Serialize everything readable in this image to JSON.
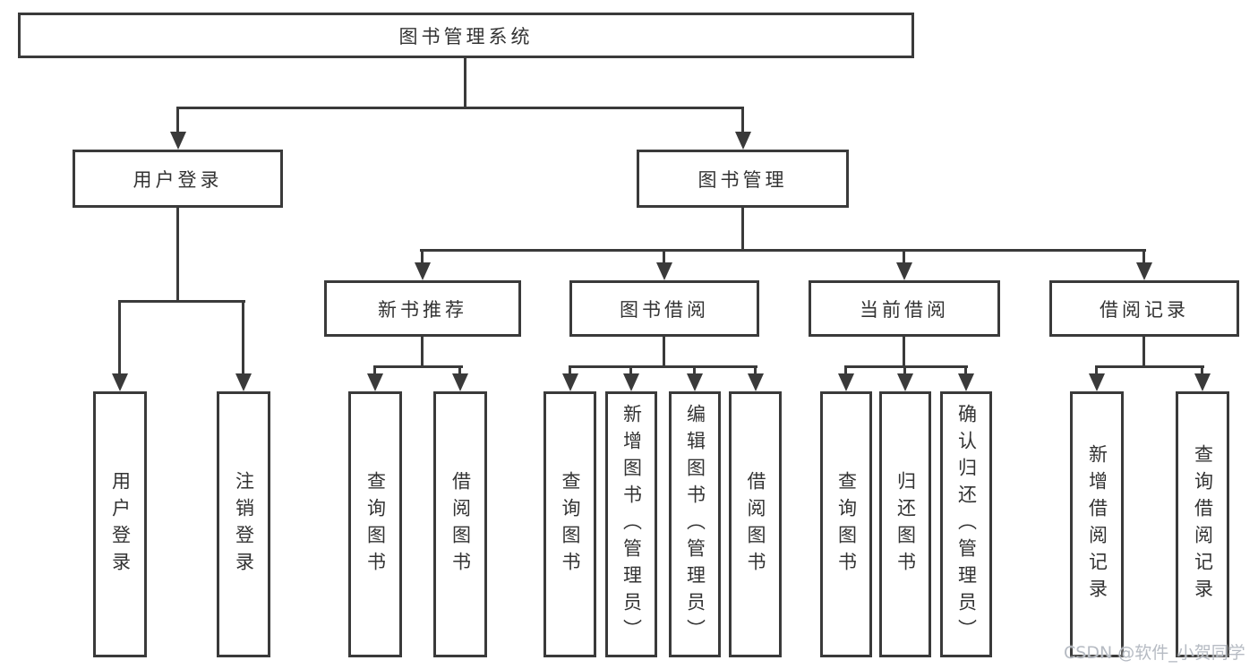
{
  "diagram": {
    "root": {
      "label": "图书管理系统",
      "children": [
        {
          "label": "用户登录",
          "children": [
            {
              "label": "用户登录"
            },
            {
              "label": "注销登录"
            }
          ]
        },
        {
          "label": "图书管理",
          "children": [
            {
              "label": "新书推荐",
              "children": [
                {
                  "label": "查询图书"
                },
                {
                  "label": "借阅图书"
                }
              ]
            },
            {
              "label": "图书借阅",
              "children": [
                {
                  "label": "查询图书"
                },
                {
                  "label": "新增图书（管理员）"
                },
                {
                  "label": "编辑图书（管理员）"
                },
                {
                  "label": "借阅图书"
                }
              ]
            },
            {
              "label": "当前借阅",
              "children": [
                {
                  "label": "查询图书"
                },
                {
                  "label": "归还图书"
                },
                {
                  "label": "确认归还（管理员）"
                }
              ]
            },
            {
              "label": "借阅记录",
              "children": [
                {
                  "label": "新增借阅记录"
                },
                {
                  "label": "查询借阅记录"
                }
              ]
            }
          ]
        }
      ]
    },
    "watermark": "CSDN @软件_小贺同学"
  },
  "colors": {
    "line": "#3a3a3a",
    "text": "#333333",
    "watermark": "#b6bbc3",
    "background": "#ffffff"
  }
}
